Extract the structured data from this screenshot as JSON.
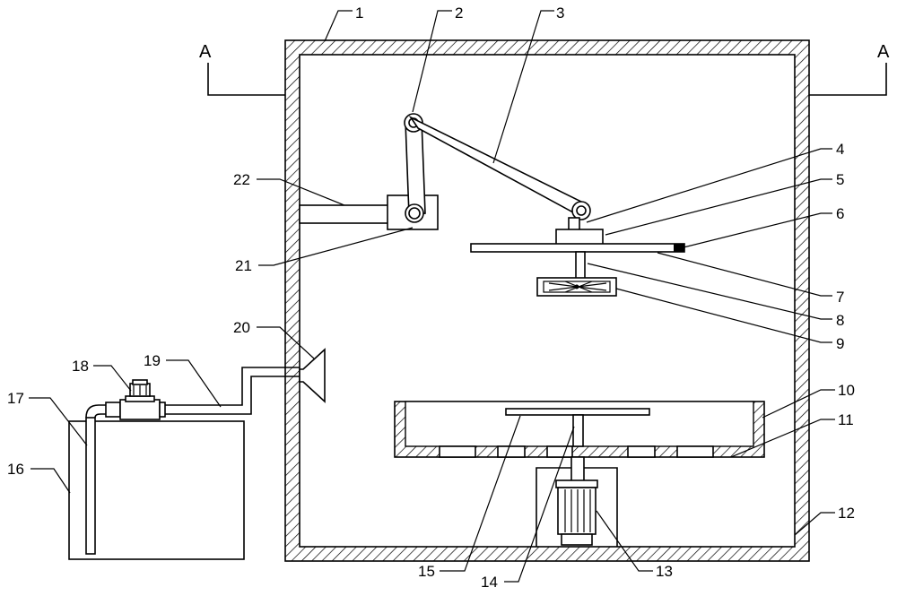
{
  "section_marks": {
    "left": "A",
    "right": "A"
  },
  "callouts": [
    {
      "id": "1",
      "text": "1"
    },
    {
      "id": "2",
      "text": "2"
    },
    {
      "id": "3",
      "text": "3"
    },
    {
      "id": "4",
      "text": "4"
    },
    {
      "id": "5",
      "text": "5"
    },
    {
      "id": "6",
      "text": "6"
    },
    {
      "id": "7",
      "text": "7"
    },
    {
      "id": "8",
      "text": "8"
    },
    {
      "id": "9",
      "text": "9"
    },
    {
      "id": "10",
      "text": "10"
    },
    {
      "id": "11",
      "text": "11"
    },
    {
      "id": "12",
      "text": "12"
    },
    {
      "id": "13",
      "text": "13"
    },
    {
      "id": "14",
      "text": "14"
    },
    {
      "id": "15",
      "text": "15"
    },
    {
      "id": "16",
      "text": "16"
    },
    {
      "id": "17",
      "text": "17"
    },
    {
      "id": "18",
      "text": "18"
    },
    {
      "id": "19",
      "text": "19"
    },
    {
      "id": "20",
      "text": "20"
    },
    {
      "id": "21",
      "text": "21"
    },
    {
      "id": "22",
      "text": "22"
    }
  ]
}
